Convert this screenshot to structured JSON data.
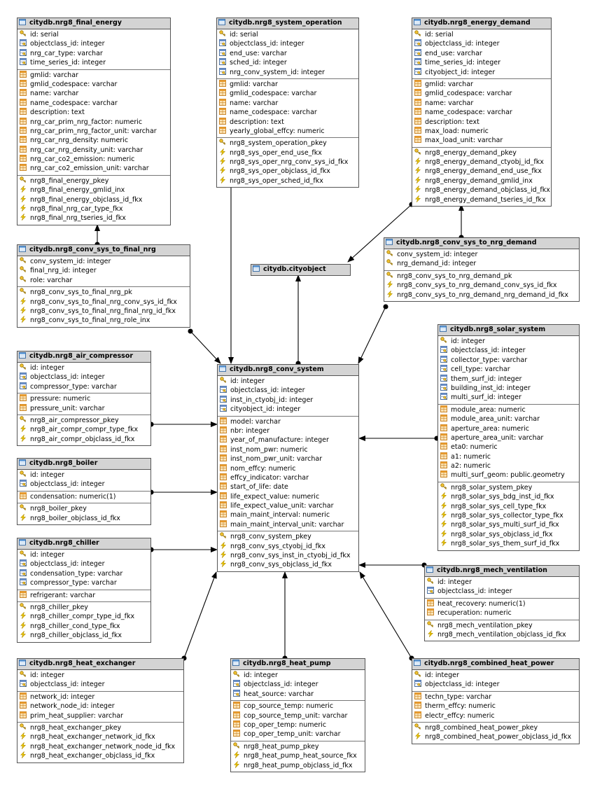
{
  "tables": [
    {
      "id": "final_energy",
      "title": "citydb.nrg8_final_energy",
      "sections": [
        [
          [
            "key",
            "id: serial"
          ],
          [
            "fk",
            "objectclass_id: integer"
          ],
          [
            "fk",
            "nrg_car_type: varchar"
          ],
          [
            "fk",
            "time_series_id: integer"
          ]
        ],
        [
          [
            "col",
            "gmlid: varchar"
          ],
          [
            "col",
            "gmlid_codespace: varchar"
          ],
          [
            "col",
            "name: varchar"
          ],
          [
            "col",
            "name_codespace: varchar"
          ],
          [
            "col",
            "description: text"
          ],
          [
            "col",
            "nrg_car_prim_nrg_factor: numeric"
          ],
          [
            "col",
            "nrg_car_prim_nrg_factor_unit: varchar"
          ],
          [
            "col",
            "nrg_car_nrg_density: numeric"
          ],
          [
            "col",
            "nrg_car_nrg_density_unit: varchar"
          ],
          [
            "col",
            "nrg_car_co2_emission: numeric"
          ],
          [
            "col",
            "nrg_car_co2_emission_unit: varchar"
          ]
        ],
        [
          [
            "pk",
            "nrg8_final_energy_pkey"
          ],
          [
            "idx",
            "nrg8_final_energy_gmlid_inx"
          ],
          [
            "idx",
            "nrg8_final_energy_objclass_id_fkx"
          ],
          [
            "idx",
            "nrg8_final_nrg_car_type_fkx"
          ],
          [
            "idx",
            "nrg8_final_nrg_tseries_id_fkx"
          ]
        ]
      ]
    },
    {
      "id": "system_operation",
      "title": "citydb.nrg8_system_operation",
      "sections": [
        [
          [
            "key",
            "id: serial"
          ],
          [
            "fk",
            "objectclass_id: integer"
          ],
          [
            "fk",
            "end_use: varchar"
          ],
          [
            "fk",
            "sched_id: integer"
          ],
          [
            "fk",
            "nrg_conv_system_id: integer"
          ]
        ],
        [
          [
            "col",
            "gmlid: varchar"
          ],
          [
            "col",
            "gmlid_codespace: varchar"
          ],
          [
            "col",
            "name: varchar"
          ],
          [
            "col",
            "name_codespace: varchar"
          ],
          [
            "col",
            "description: text"
          ],
          [
            "col",
            "yearly_global_effcy: numeric"
          ]
        ],
        [
          [
            "pk",
            "nrg8_system_operation_pkey"
          ],
          [
            "idx",
            "nrg8_sys_oper_end_use_fkx"
          ],
          [
            "idx",
            "nrg8_sys_oper_nrg_conv_sys_id_fkx"
          ],
          [
            "idx",
            "nrg8_sys_oper_objclass_id_fkx"
          ],
          [
            "idx",
            "nrg8_sys_oper_sched_id_fkx"
          ]
        ]
      ]
    },
    {
      "id": "energy_demand",
      "title": "citydb.nrg8_energy_demand",
      "sections": [
        [
          [
            "key",
            "id: serial"
          ],
          [
            "fk",
            "objectclass_id: integer"
          ],
          [
            "fk",
            "end_use: varchar"
          ],
          [
            "fk",
            "time_series_id: integer"
          ],
          [
            "fk",
            "cityobject_id: integer"
          ]
        ],
        [
          [
            "col",
            "gmlid: varchar"
          ],
          [
            "col",
            "gmlid_codespace: varchar"
          ],
          [
            "col",
            "name: varchar"
          ],
          [
            "col",
            "name_codespace: varchar"
          ],
          [
            "col",
            "description: text"
          ],
          [
            "col",
            "max_load: numeric"
          ],
          [
            "col",
            "max_load_unit: varchar"
          ]
        ],
        [
          [
            "pk",
            "nrg8_energy_demand_pkey"
          ],
          [
            "idx",
            "nrg8_energy_demand_ctyobj_id_fkx"
          ],
          [
            "idx",
            "nrg8_energy_demand_end_use_fkx"
          ],
          [
            "idx",
            "nrg8_energy_demand_gmlid_inx"
          ],
          [
            "idx",
            "nrg8_energy_demand_objclass_id_fkx"
          ],
          [
            "idx",
            "nrg8_energy_demand_tseries_id_fkx"
          ]
        ]
      ]
    },
    {
      "id": "conv_sys_to_final_nrg",
      "title": "citydb.nrg8_conv_sys_to_final_nrg",
      "sections": [
        [
          [
            "key",
            "conv_system_id: integer"
          ],
          [
            "key",
            "final_nrg_id: integer"
          ],
          [
            "key",
            "role: varchar"
          ]
        ],
        [
          [
            "pk",
            "nrg8_conv_sys_to_final_nrg_pk"
          ],
          [
            "idx",
            "nrg8_conv_sys_to_final_nrg_conv_sys_id_fkx"
          ],
          [
            "idx",
            "nrg8_conv_sys_to_final_nrg_final_nrg_id_fkx"
          ],
          [
            "idx",
            "nrg8_conv_sys_to_final_nrg_role_inx"
          ]
        ]
      ]
    },
    {
      "id": "conv_sys_to_nrg_demand",
      "title": "citydb.nrg8_conv_sys_to_nrg_demand",
      "sections": [
        [
          [
            "key",
            "conv_system_id: integer"
          ],
          [
            "key",
            "nrg_demand_id: integer"
          ]
        ],
        [
          [
            "pk",
            "nrg8_conv_sys_to_nrg_demand_pk"
          ],
          [
            "idx",
            "nrg8_conv_sys_to_nrg_demand_conv_sys_id_fkx"
          ],
          [
            "idx",
            "nrg8_conv_sys_to_nrg_demand_nrg_demand_id_fkx"
          ]
        ]
      ]
    },
    {
      "id": "solar_system",
      "title": "citydb.nrg8_solar_system",
      "sections": [
        [
          [
            "key",
            "id: integer"
          ],
          [
            "fk",
            "objectclass_id: integer"
          ],
          [
            "fk",
            "collector_type: varchar"
          ],
          [
            "fk",
            "cell_type: varchar"
          ],
          [
            "fk",
            "them_surf_id: integer"
          ],
          [
            "fk",
            "building_inst_id: integer"
          ],
          [
            "fk",
            "multi_surf_id: integer"
          ]
        ],
        [
          [
            "col",
            "module_area: numeric"
          ],
          [
            "col",
            "module_area_unit: varchar"
          ],
          [
            "col",
            "aperture_area: numeric"
          ],
          [
            "col",
            "aperture_area_unit: varchar"
          ],
          [
            "col",
            "eta0: numeric"
          ],
          [
            "col",
            "a1: numeric"
          ],
          [
            "col",
            "a2: numeric"
          ],
          [
            "col",
            "multi_surf_geom: public.geometry"
          ]
        ],
        [
          [
            "pk",
            "nrg8_solar_system_pkey"
          ],
          [
            "idx",
            "nrg8_solar_sys_bdg_inst_id_fkx"
          ],
          [
            "idx",
            "nrg8_solar_sys_cell_type_fkx"
          ],
          [
            "idx",
            "nrg8_solar_sys_collector_type_fkx"
          ],
          [
            "idx",
            "nrg8_solar_sys_multi_surf_id_fkx"
          ],
          [
            "idx",
            "nrg8_solar_sys_objclass_id_fkx"
          ],
          [
            "idx",
            "nrg8_solar_sys_them_surf_id_fkx"
          ]
        ]
      ]
    },
    {
      "id": "air_compressor",
      "title": "citydb.nrg8_air_compressor",
      "sections": [
        [
          [
            "key",
            "id: integer"
          ],
          [
            "fk",
            "objectclass_id: integer"
          ],
          [
            "fk",
            "compressor_type: varchar"
          ]
        ],
        [
          [
            "col",
            "pressure: numeric"
          ],
          [
            "col",
            "pressure_unit: varchar"
          ]
        ],
        [
          [
            "pk",
            "nrg8_air_compressor_pkey"
          ],
          [
            "idx",
            "nrg8_air_compr_compr_type_fkx"
          ],
          [
            "idx",
            "nrg8_air_compr_objclass_id_fkx"
          ]
        ]
      ]
    },
    {
      "id": "conv_system",
      "title": "citydb.nrg8_conv_system",
      "sections": [
        [
          [
            "key",
            "id: integer"
          ],
          [
            "fk",
            "objectclass_id: integer"
          ],
          [
            "fk",
            "inst_in_ctyobj_id: integer"
          ],
          [
            "fk",
            "cityobject_id: integer"
          ]
        ],
        [
          [
            "col",
            "model: varchar"
          ],
          [
            "col",
            "nbr: integer"
          ],
          [
            "col",
            "year_of_manufacture: integer"
          ],
          [
            "col",
            "inst_nom_pwr: numeric"
          ],
          [
            "col",
            "inst_nom_pwr_unit: varchar"
          ],
          [
            "col",
            "nom_effcy: numeric"
          ],
          [
            "col",
            "effcy_indicator: varchar"
          ],
          [
            "col",
            "start_of_life: date"
          ],
          [
            "col",
            "life_expect_value: numeric"
          ],
          [
            "col",
            "life_expect_value_unit: varchar"
          ],
          [
            "col",
            "main_maint_interval: numeric"
          ],
          [
            "col",
            "main_maint_interval_unit: varchar"
          ]
        ],
        [
          [
            "pk",
            "nrg8_conv_system_pkey"
          ],
          [
            "idx",
            "nrg8_conv_sys_ctyobj_id_fkx"
          ],
          [
            "idx",
            "nrg8_conv_sys_inst_in_ctyobj_id_fkx"
          ],
          [
            "idx",
            "nrg8_conv_sys_objclass_id_fkx"
          ]
        ]
      ]
    },
    {
      "id": "boiler",
      "title": "citydb.nrg8_boiler",
      "sections": [
        [
          [
            "key",
            "id: integer"
          ],
          [
            "fk",
            "objectclass_id: integer"
          ]
        ],
        [
          [
            "col",
            "condensation: numeric(1)"
          ]
        ],
        [
          [
            "pk",
            "nrg8_boiler_pkey"
          ],
          [
            "idx",
            "nrg8_boiler_objclass_id_fkx"
          ]
        ]
      ]
    },
    {
      "id": "chiller",
      "title": "citydb.nrg8_chiller",
      "sections": [
        [
          [
            "key",
            "id: integer"
          ],
          [
            "fk",
            "objectclass_id: integer"
          ],
          [
            "fk",
            "condensation_type: varchar"
          ],
          [
            "fk",
            "compressor_type: varchar"
          ]
        ],
        [
          [
            "col",
            "refrigerant: varchar"
          ]
        ],
        [
          [
            "pk",
            "nrg8_chiller_pkey"
          ],
          [
            "idx",
            "nrg8_chiller_compr_type_id_fkx"
          ],
          [
            "idx",
            "nrg8_chiller_cond_type_fkx"
          ],
          [
            "idx",
            "nrg8_chiller_objclass_id_fkx"
          ]
        ]
      ]
    },
    {
      "id": "mech_ventilation",
      "title": "citydb.nrg8_mech_ventilation",
      "sections": [
        [
          [
            "key",
            "id: integer"
          ],
          [
            "fk",
            "objectclass_id: integer"
          ]
        ],
        [
          [
            "col",
            "heat_recovery: numeric(1)"
          ],
          [
            "col",
            "recuperation: numeric"
          ]
        ],
        [
          [
            "pk",
            "nrg8_mech_ventilation_pkey"
          ],
          [
            "idx",
            "nrg8_mech_ventilation_objclass_id_fkx"
          ]
        ]
      ]
    },
    {
      "id": "heat_exchanger",
      "title": "citydb.nrg8_heat_exchanger",
      "sections": [
        [
          [
            "key",
            "id: integer"
          ],
          [
            "fk",
            "objectclass_id: integer"
          ]
        ],
        [
          [
            "col",
            "network_id: integer"
          ],
          [
            "col",
            "network_node_id: integer"
          ],
          [
            "col",
            "prim_heat_supplier: varchar"
          ]
        ],
        [
          [
            "pk",
            "nrg8_heat_exchanger_pkey"
          ],
          [
            "idx",
            "nrg8_heat_exchanger_network_id_fkx"
          ],
          [
            "idx",
            "nrg8_heat_exchanger_network_node_id_fkx"
          ],
          [
            "idx",
            "nrg8_heat_exchanger_objclass_id_fkx"
          ]
        ]
      ]
    },
    {
      "id": "heat_pump",
      "title": "citydb.nrg8_heat_pump",
      "sections": [
        [
          [
            "key",
            "id: integer"
          ],
          [
            "fk",
            "objectclass_id: integer"
          ],
          [
            "fk",
            "heat_source: varchar"
          ]
        ],
        [
          [
            "col",
            "cop_source_temp: numeric"
          ],
          [
            "col",
            "cop_source_temp_unit: varchar"
          ],
          [
            "col",
            "cop_oper_temp: numeric"
          ],
          [
            "col",
            "cop_oper_temp_unit: varchar"
          ]
        ],
        [
          [
            "pk",
            "nrg8_heat_pump_pkey"
          ],
          [
            "idx",
            "nrg8_heat_pump_heat_source_fkx"
          ],
          [
            "idx",
            "nrg8_heat_pump_objclass_id_fkx"
          ]
        ]
      ]
    },
    {
      "id": "combined_heat_power",
      "title": "citydb.nrg8_combined_heat_power",
      "sections": [
        [
          [
            "key",
            "id: integer"
          ],
          [
            "fk",
            "objectclass_id: integer"
          ]
        ],
        [
          [
            "col",
            "techn_type: varchar"
          ],
          [
            "col",
            "therm_effcy: numeric"
          ],
          [
            "col",
            "electr_effcy: numeric"
          ]
        ],
        [
          [
            "pk",
            "nrg8_combined_heat_power_pkey"
          ],
          [
            "idx",
            "nrg8_combined_heat_power_objclass_id_fkx"
          ]
        ]
      ]
    },
    {
      "id": "cityobject",
      "title": "citydb.cityobject",
      "sections": []
    }
  ]
}
